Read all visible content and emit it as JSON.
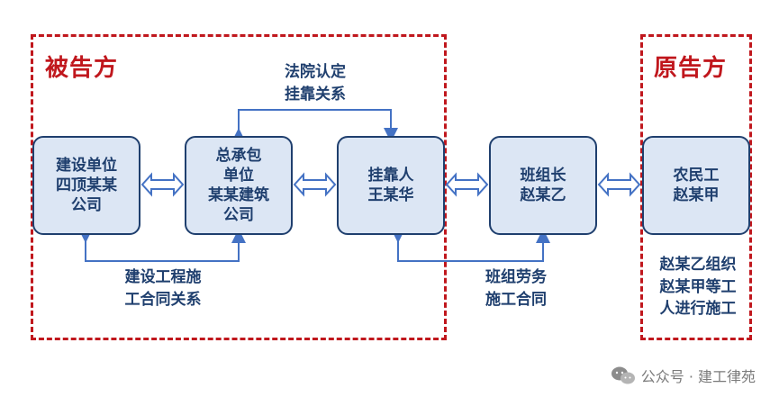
{
  "zones": {
    "defendant": {
      "label": "被告方"
    },
    "plaintiff": {
      "label": "原告方"
    }
  },
  "nodes": {
    "construction_unit": "建设单位\n四顶某某\n公司",
    "general_contractor": "总承包\n单位\n某某建筑\n公司",
    "affiliated_person": "挂靠人\n王某华",
    "team_leader": "班组长\n赵某乙",
    "migrant_worker": "农民工\n赵某甲"
  },
  "edge_labels": {
    "court_recognized": "法院认定\n挂靠关系",
    "construction_contract": "建设工程施\n工合同关系",
    "team_labor_contract": "班组劳务\n施工合同",
    "organization_note": "赵某乙组织\n赵某甲等工\n人进行施工"
  },
  "watermark": {
    "text": "公众号 · 建工律苑",
    "icon": "wechat-icon"
  },
  "colors": {
    "dashed_border": "#c0171d",
    "node_fill": "#dce6f4",
    "node_border": "#1f3f6e",
    "arrow": "#4472c4"
  }
}
